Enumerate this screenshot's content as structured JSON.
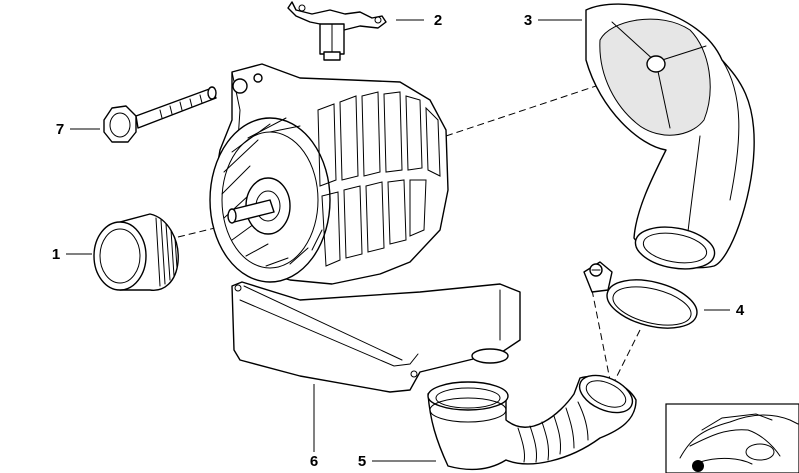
{
  "callouts": [
    {
      "id": "1",
      "part": "pulley"
    },
    {
      "id": "2",
      "part": "voltage-regulator"
    },
    {
      "id": "3",
      "part": "air-duct-hood"
    },
    {
      "id": "4",
      "part": "hose-clamp"
    },
    {
      "id": "5",
      "part": "corrugated-hose"
    },
    {
      "id": "6",
      "part": "air-duct-shroud"
    },
    {
      "id": "7",
      "part": "bolt"
    }
  ],
  "colors": {
    "line": "#000000",
    "background": "#ffffff",
    "shade": "#e6e6e6"
  }
}
